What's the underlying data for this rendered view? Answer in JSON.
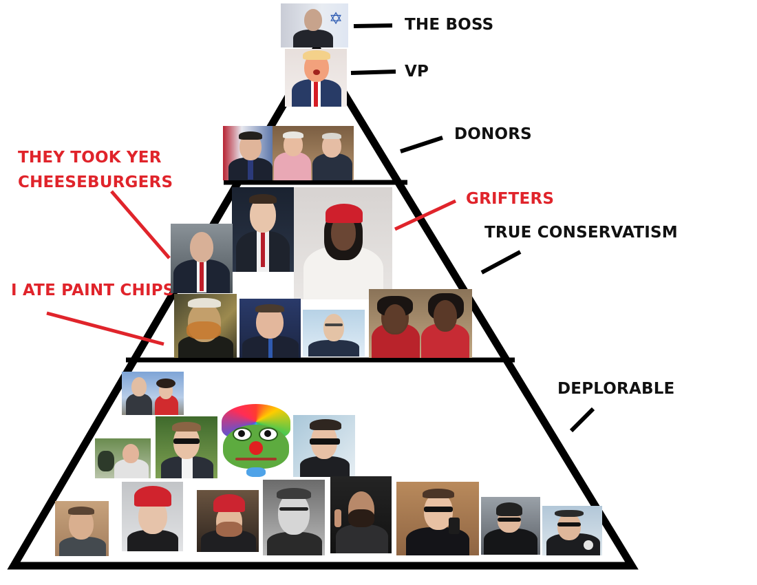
{
  "labels": {
    "boss": "THE BOSS",
    "vp": "VP",
    "donors": "DONORS",
    "grifters": "GRIFTERS",
    "true_conservatism": "TRUE CONSERVATISM",
    "deplorable": "DEPLORABLE",
    "cheeseburgers_line1": "THEY TOOK YER",
    "cheeseburgers_line2": "CHEESEBURGERS",
    "paint_chips": "I ATE PAINT CHIPS"
  },
  "colors": {
    "pyramid_outline": "#000000",
    "black_text": "#111111",
    "red_text": "#e0242b",
    "red_pointer": "#e0242b",
    "background": "#ffffff"
  },
  "icons": {
    "clown_frog": "clown-frog-meme-icon",
    "maga_hat": "red-cap-icon"
  }
}
